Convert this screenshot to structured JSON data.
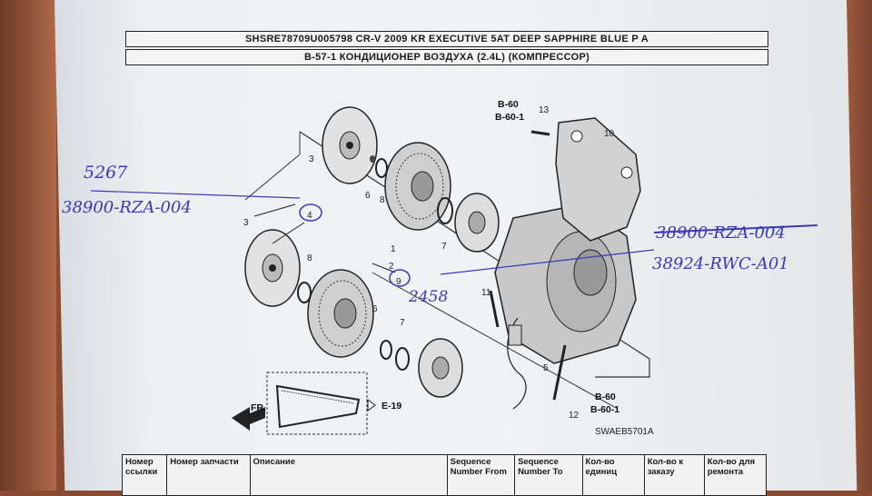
{
  "header": {
    "vin_line": "SHSRE78709U005798 CR-V 2009 KR EXECUTIVE 5AT DEEP SAPPHIRE BLUE P A",
    "section_line": "B-57-1 КОНДИЦИОНЕР ВОЗДУХА (2.4L) (КОМПРЕССОР)"
  },
  "diagram": {
    "ref_b60_top": "B-60",
    "ref_b601_top": "B-60-1",
    "ref_b60_bottom": "B-60",
    "ref_b601_bottom": "B-60-1",
    "ref_e19": "E-19",
    "fr_label": "FR.",
    "code": "SWAEB5701A",
    "callouts": [
      "1",
      "2",
      "3",
      "3",
      "4",
      "5",
      "6",
      "6",
      "7",
      "7",
      "8",
      "8",
      "9",
      "10",
      "11",
      "12",
      "13"
    ]
  },
  "handwriting": {
    "price_left": "5267",
    "part_left": "38900-RZA-004",
    "part_crossed": "38900-RZA-004",
    "part_replacement": "38924-RWC-A01",
    "price_center": "2458"
  },
  "table": {
    "headers": [
      "Номер ссылки",
      "Номер запчасти",
      "Описание",
      "Sequence Number From",
      "Sequence Number To",
      "Кол-во единиц",
      "Кол-во к заказу",
      "Кол-во для ремонта"
    ]
  }
}
